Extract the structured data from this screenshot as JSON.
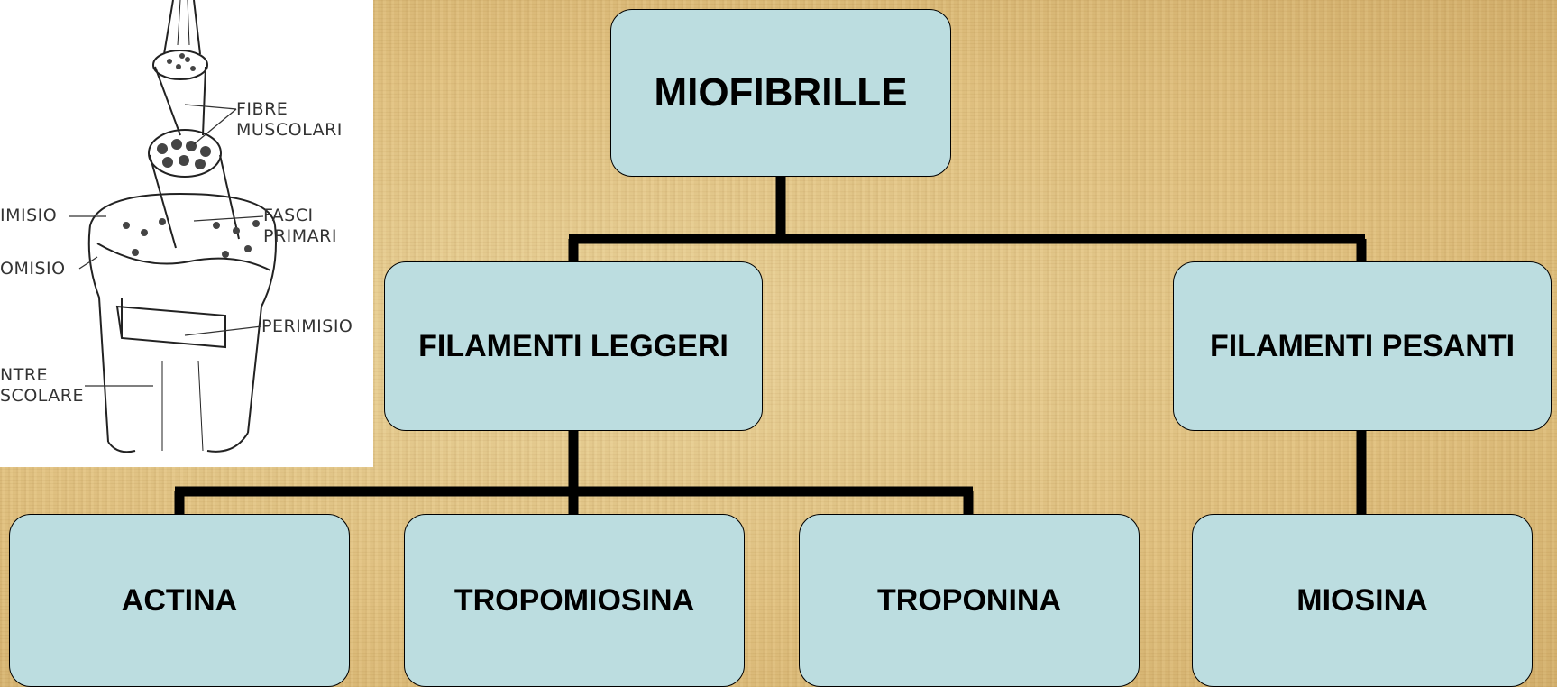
{
  "diagram": {
    "root": "MIOFIBRILLE",
    "level1": [
      "FILAMENTI LEGGERI",
      "FILAMENTI PESANTI"
    ],
    "level2": [
      "ACTINA",
      "TROPOMIOSINA",
      "TROPONINA",
      "MIOSINA"
    ]
  },
  "illustration": {
    "labels": {
      "fibre_muscolari": [
        "FIBRE",
        "MUSCOLARI"
      ],
      "fasci_primari": [
        "FASCI",
        "PRIMARI"
      ],
      "perimisio": "PERIMISIO",
      "imisio": "IMISIO",
      "omisio": "OMISIO",
      "ntre_scolare": [
        "NTRE",
        "SCOLARE"
      ]
    }
  },
  "colors": {
    "box_fill": "#bcdde0",
    "connector": "#000000",
    "background": "#e2c68a"
  }
}
